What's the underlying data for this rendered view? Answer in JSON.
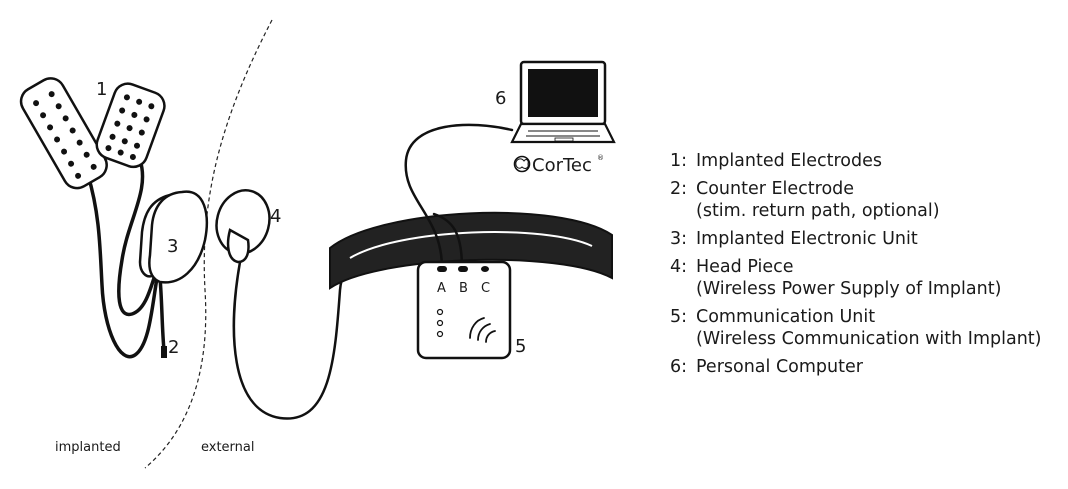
{
  "labels": {
    "num1": "1",
    "num2": "2",
    "num3": "3",
    "num4": "4",
    "num5": "5",
    "num6": "6",
    "port_a": "A",
    "port_b": "B",
    "port_c": "C",
    "implanted": "implanted",
    "external": "external",
    "brand": "CorTec",
    "brand_mark": "®"
  },
  "legend": [
    {
      "num": "1:",
      "text": "Implanted Electrodes",
      "sub": ""
    },
    {
      "num": "2:",
      "text": "Counter Electrode",
      "sub": "(stim. return path, optional)"
    },
    {
      "num": "3:",
      "text": "Implanted Electronic Unit",
      "sub": ""
    },
    {
      "num": "4:",
      "text": "Head Piece",
      "sub": "(Wireless Power Supply of Implant)"
    },
    {
      "num": "5:",
      "text": "Communication Unit",
      "sub": "(Wireless Communication with Implant)"
    },
    {
      "num": "6:",
      "text": "Personal Computer",
      "sub": ""
    }
  ]
}
